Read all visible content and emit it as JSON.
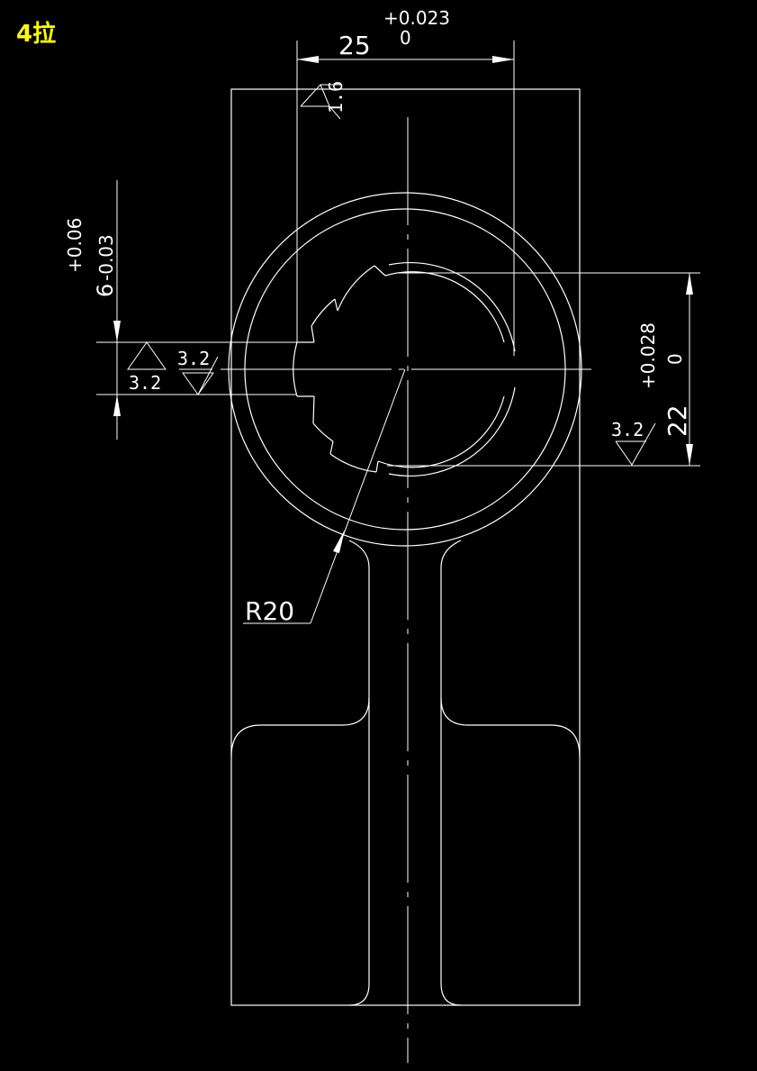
{
  "title": "4拉",
  "colors": {
    "background": "#000000",
    "lines": "#ffffff",
    "title": "#ffff00"
  },
  "dimensions": {
    "width": {
      "nominal": "25",
      "upper": "+0.023",
      "lower": "0"
    },
    "slot": {
      "nominal": "6",
      "upper": "+0.06",
      "lower": "-0.03"
    },
    "bore": {
      "nominal": "22",
      "upper": "+0.028",
      "lower": "0"
    },
    "radius": "R20"
  },
  "roughness": {
    "top": "1.6",
    "slot_upper": "3.2",
    "slot_lower": "3.2",
    "bore": "3.2"
  }
}
